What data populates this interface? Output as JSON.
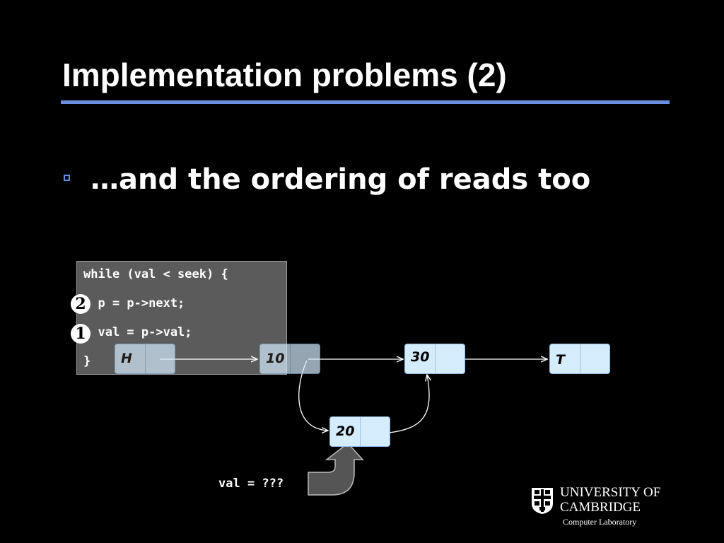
{
  "slide": {
    "title": "Implementation problems (2)",
    "bullet": "…and the ordering of reads too"
  },
  "code": {
    "lines": [
      "while (val < seek) {",
      "  p = p->next;",
      "  val = p->val;",
      "}"
    ],
    "markers": [
      "2",
      "1"
    ]
  },
  "list": {
    "nodes": [
      {
        "label": "H"
      },
      {
        "label": "10"
      },
      {
        "label": "30"
      },
      {
        "label": "T"
      },
      {
        "label": "20"
      }
    ]
  },
  "annotation": {
    "text": "val = ???"
  },
  "logo": {
    "name_line1": "UNIVERSITY OF",
    "name_line2": "CAMBRIDGE",
    "department": "Computer Laboratory"
  },
  "colors": {
    "background": "#000000",
    "accent": "#6b8fe0",
    "node_fill": "#d4ecfc"
  }
}
